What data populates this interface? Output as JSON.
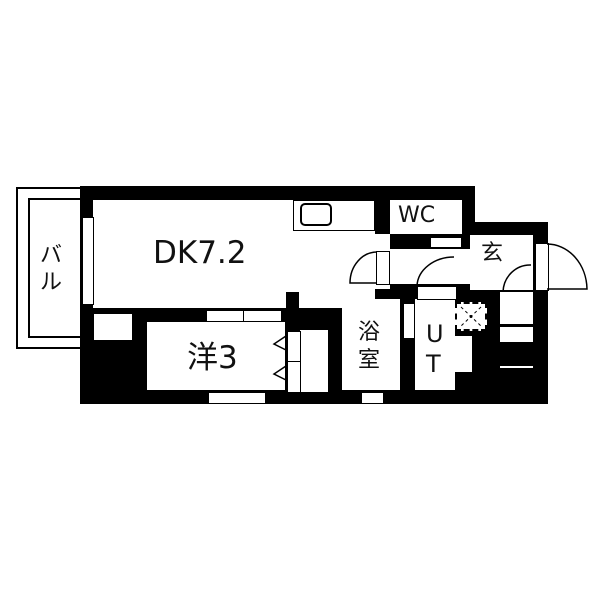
{
  "floorplan": {
    "rooms": {
      "balcony": {
        "label_line1": "バ",
        "label_line2": "ル"
      },
      "dk": {
        "label": "DK7.2"
      },
      "western": {
        "label": "洋3"
      },
      "wc": {
        "label": "WC"
      },
      "entrance": {
        "label": "玄"
      },
      "bath": {
        "label_line1": "浴",
        "label_line2": "室"
      },
      "utility": {
        "label_line1": "U",
        "label_line2": "T"
      }
    },
    "colors": {
      "wall": "#000000",
      "floor": "#ffffff"
    }
  }
}
